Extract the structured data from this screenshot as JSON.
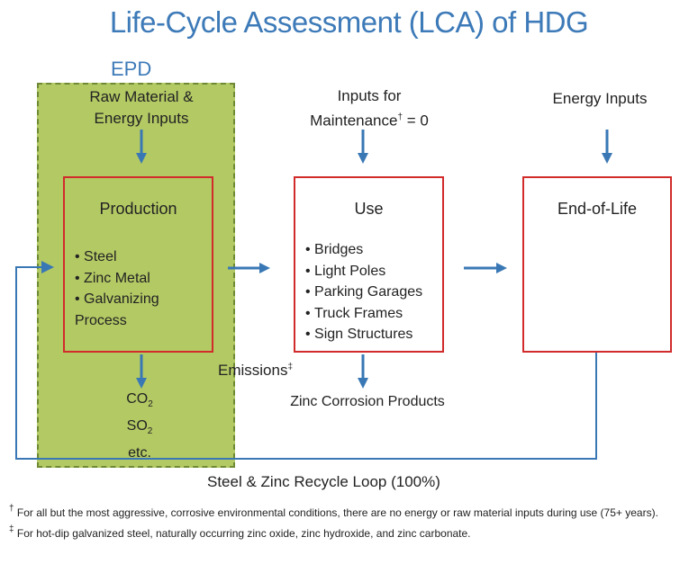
{
  "title": "Life-Cycle Assessment (LCA) of HDG",
  "epd_label": "EPD",
  "inputs": {
    "raw_material": "Raw Material & Energy Inputs",
    "maintenance": "Inputs for Maintenance",
    "maintenance_mark": "†",
    "maintenance_value": " = 0",
    "energy": "Energy Inputs"
  },
  "stages": {
    "production": {
      "title": "Production",
      "items": [
        "Steel",
        "Zinc Metal",
        "Galvanizing Process"
      ]
    },
    "use": {
      "title": "Use",
      "items": [
        "Bridges",
        "Light Poles",
        "Parking Garages",
        "Truck Frames",
        "Sign Structures"
      ]
    },
    "end_of_life": {
      "title": "End-of-Life"
    }
  },
  "emissions": {
    "label": "Emissions",
    "mark": "‡"
  },
  "outputs": {
    "production": {
      "co2": "CO",
      "co2_sub": "2",
      "so2": "SO",
      "so2_sub": "2",
      "etc": "etc."
    },
    "use": "Zinc Corrosion Products"
  },
  "recycle_loop": "Steel & Zinc Recycle Loop (100%)",
  "footnotes": [
    {
      "mark": "†",
      "text": "For all but the most aggressive, corrosive environmental conditions, there are no energy or raw material inputs during use (75+ years)."
    },
    {
      "mark": "‡",
      "text": "For hot-dip galvanized steel, naturally occurring zinc oxide, zinc hydroxide, and zinc carbonate."
    }
  ],
  "colors": {
    "accent_blue": "#3d7ab8",
    "arrow_blue": "#3a78b5",
    "box_red": "#d12b2b",
    "epd_green": "#b3c964"
  }
}
